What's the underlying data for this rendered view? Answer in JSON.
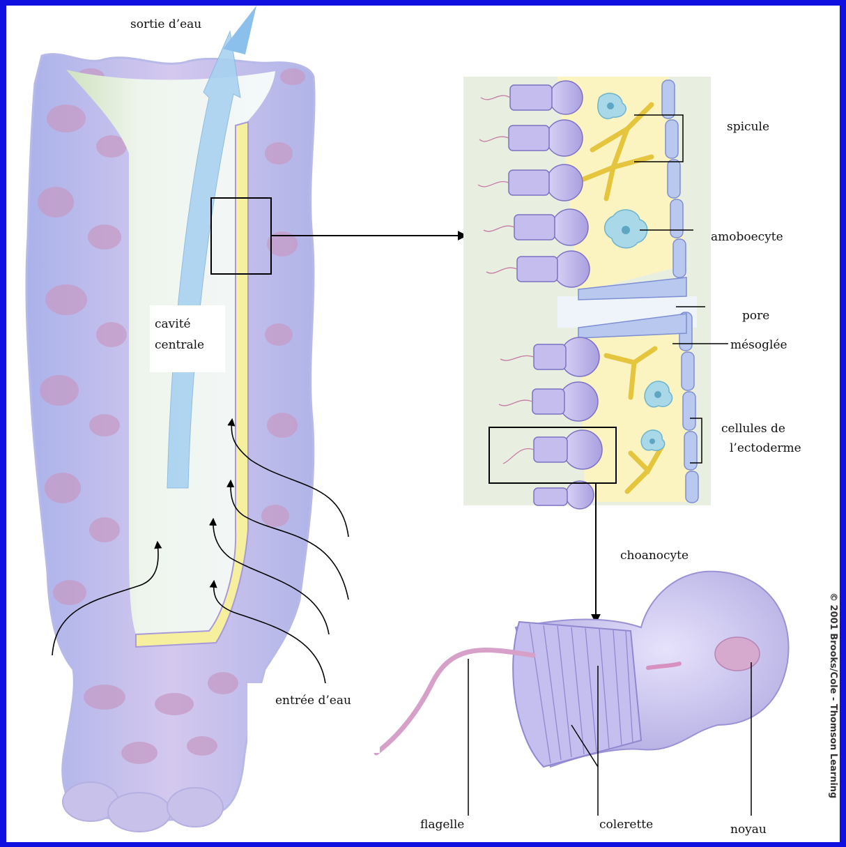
{
  "colors": {
    "frame": "#1010e0",
    "sponge_body": "#cbbfe6",
    "sponge_spots": "#c79ac4",
    "cavity": "#e2efd2",
    "mesoglea": "#fbf3b8",
    "spicule": "#e8c640",
    "choanocyte": "#b8b0e6",
    "water_arrow": "#9cc9ec"
  },
  "labels": {
    "water_out": "sortie d’eau",
    "cavity_line1": "cavité",
    "cavity_line2": "centrale",
    "water_in": "entrée d’eau",
    "spicule": "spicule",
    "amoebocyte": "amoboecyte",
    "pore": "pore",
    "mesoglea": "mésoglée",
    "ectoderm_line1": "cellules de",
    "ectoderm_line2": "l’ectoderme",
    "choanocyte": "choanocyte",
    "flagellum": "flagelle",
    "collar": "colerette",
    "nucleus": "noyau"
  },
  "copyright": "© 2001 Brooks/Cole - Thomson Learning"
}
